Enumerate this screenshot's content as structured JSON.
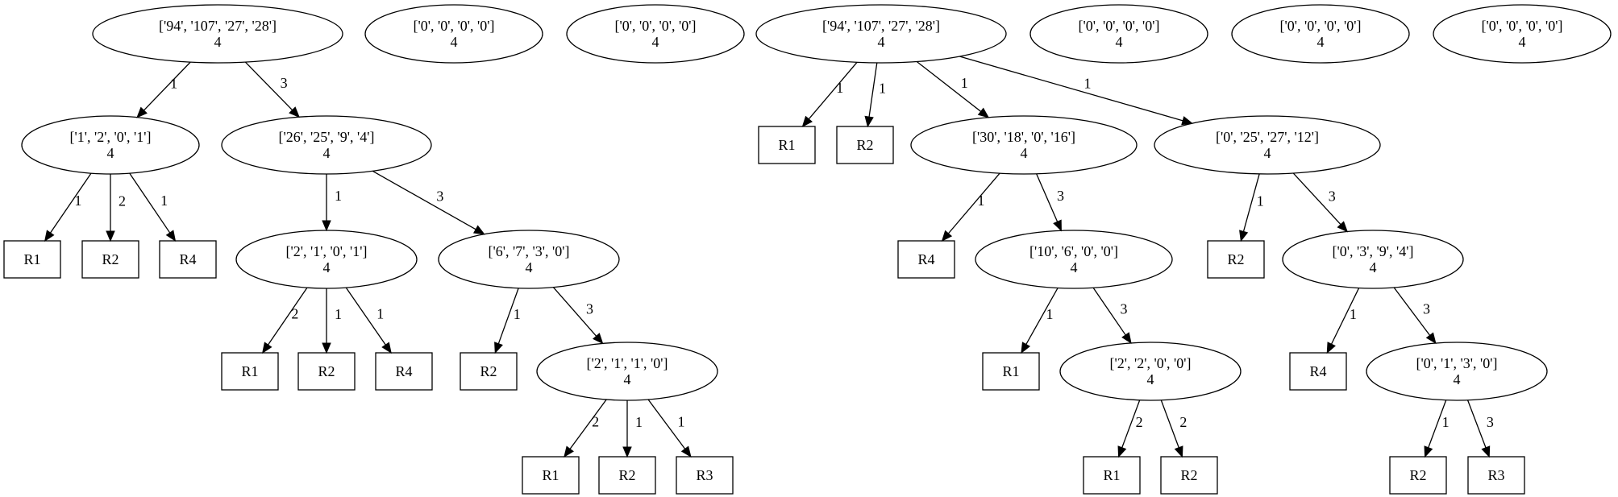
{
  "nodes": [
    {
      "id": "t1",
      "shape": "ellipse",
      "lines": [
        "['94', '107', '27', '28']",
        "4"
      ]
    },
    {
      "id": "t2",
      "shape": "ellipse",
      "lines": [
        "['0', '0', '0', '0']",
        "4"
      ]
    },
    {
      "id": "t3",
      "shape": "ellipse",
      "lines": [
        "['0', '0', '0', '0']",
        "4"
      ]
    },
    {
      "id": "t4",
      "shape": "ellipse",
      "lines": [
        "['94', '107', '27', '28']",
        "4"
      ]
    },
    {
      "id": "t5",
      "shape": "ellipse",
      "lines": [
        "['0', '0', '0', '0']",
        "4"
      ]
    },
    {
      "id": "t6",
      "shape": "ellipse",
      "lines": [
        "['0', '0', '0', '0']",
        "4"
      ]
    },
    {
      "id": "t7",
      "shape": "ellipse",
      "lines": [
        "['0', '0', '0', '0']",
        "4"
      ]
    },
    {
      "id": "a1",
      "shape": "ellipse",
      "lines": [
        "['1', '2', '0', '1']",
        "4"
      ]
    },
    {
      "id": "a2",
      "shape": "ellipse",
      "lines": [
        "['26', '25', '9', '4']",
        "4"
      ]
    },
    {
      "id": "a1r1",
      "shape": "box",
      "lines": [
        "R1"
      ]
    },
    {
      "id": "a1r2",
      "shape": "box",
      "lines": [
        "R2"
      ]
    },
    {
      "id": "a1r4",
      "shape": "box",
      "lines": [
        "R4"
      ]
    },
    {
      "id": "a3",
      "shape": "ellipse",
      "lines": [
        "['2', '1', '0', '1']",
        "4"
      ]
    },
    {
      "id": "a4",
      "shape": "ellipse",
      "lines": [
        "['6', '7', '3', '0']",
        "4"
      ]
    },
    {
      "id": "a3r1",
      "shape": "box",
      "lines": [
        "R1"
      ]
    },
    {
      "id": "a3r2",
      "shape": "box",
      "lines": [
        "R2"
      ]
    },
    {
      "id": "a3r4",
      "shape": "box",
      "lines": [
        "R4"
      ]
    },
    {
      "id": "a4r2",
      "shape": "box",
      "lines": [
        "R2"
      ]
    },
    {
      "id": "a5",
      "shape": "ellipse",
      "lines": [
        "['2', '1', '1', '0']",
        "4"
      ]
    },
    {
      "id": "a5r1",
      "shape": "box",
      "lines": [
        "R1"
      ]
    },
    {
      "id": "a5r2",
      "shape": "box",
      "lines": [
        "R2"
      ]
    },
    {
      "id": "a5r3",
      "shape": "box",
      "lines": [
        "R3"
      ]
    },
    {
      "id": "b1",
      "shape": "box",
      "lines": [
        "R1"
      ]
    },
    {
      "id": "b2",
      "shape": "box",
      "lines": [
        "R2"
      ]
    },
    {
      "id": "b3",
      "shape": "ellipse",
      "lines": [
        "['30', '18', '0', '16']",
        "4"
      ]
    },
    {
      "id": "b4",
      "shape": "ellipse",
      "lines": [
        "['0', '25', '27', '12']",
        "4"
      ]
    },
    {
      "id": "b3r4",
      "shape": "box",
      "lines": [
        "R4"
      ]
    },
    {
      "id": "b5",
      "shape": "ellipse",
      "lines": [
        "['10', '6', '0', '0']",
        "4"
      ]
    },
    {
      "id": "b4r2",
      "shape": "box",
      "lines": [
        "R2"
      ]
    },
    {
      "id": "b6",
      "shape": "ellipse",
      "lines": [
        "['0', '3', '9', '4']",
        "4"
      ]
    },
    {
      "id": "b5r1",
      "shape": "box",
      "lines": [
        "R1"
      ]
    },
    {
      "id": "b7",
      "shape": "ellipse",
      "lines": [
        "['2', '2', '0', '0']",
        "4"
      ]
    },
    {
      "id": "b6r4",
      "shape": "box",
      "lines": [
        "R4"
      ]
    },
    {
      "id": "b8",
      "shape": "ellipse",
      "lines": [
        "['0', '1', '3', '0']",
        "4"
      ]
    },
    {
      "id": "b7r1",
      "shape": "box",
      "lines": [
        "R1"
      ]
    },
    {
      "id": "b7r2",
      "shape": "box",
      "lines": [
        "R2"
      ]
    },
    {
      "id": "b8r2",
      "shape": "box",
      "lines": [
        "R2"
      ]
    },
    {
      "id": "b8r3",
      "shape": "box",
      "lines": [
        "R3"
      ]
    }
  ],
  "edges": [
    {
      "from": "t1",
      "to": "a1",
      "label": "1"
    },
    {
      "from": "t1",
      "to": "a2",
      "label": "3"
    },
    {
      "from": "a1",
      "to": "a1r1",
      "label": "1"
    },
    {
      "from": "a1",
      "to": "a1r2",
      "label": "2"
    },
    {
      "from": "a1",
      "to": "a1r4",
      "label": "1"
    },
    {
      "from": "a2",
      "to": "a3",
      "label": "1"
    },
    {
      "from": "a2",
      "to": "a4",
      "label": "3"
    },
    {
      "from": "a3",
      "to": "a3r1",
      "label": "2"
    },
    {
      "from": "a3",
      "to": "a3r2",
      "label": "1"
    },
    {
      "from": "a3",
      "to": "a3r4",
      "label": "1"
    },
    {
      "from": "a4",
      "to": "a4r2",
      "label": "1"
    },
    {
      "from": "a4",
      "to": "a5",
      "label": "3"
    },
    {
      "from": "a5",
      "to": "a5r1",
      "label": "2"
    },
    {
      "from": "a5",
      "to": "a5r2",
      "label": "1"
    },
    {
      "from": "a5",
      "to": "a5r3",
      "label": "1"
    },
    {
      "from": "t4",
      "to": "b1",
      "label": "1"
    },
    {
      "from": "t4",
      "to": "b2",
      "label": "1"
    },
    {
      "from": "t4",
      "to": "b3",
      "label": "1"
    },
    {
      "from": "t4",
      "to": "b4",
      "label": "1"
    },
    {
      "from": "b3",
      "to": "b3r4",
      "label": "1"
    },
    {
      "from": "b3",
      "to": "b5",
      "label": "3"
    },
    {
      "from": "b4",
      "to": "b4r2",
      "label": "1"
    },
    {
      "from": "b4",
      "to": "b6",
      "label": "3"
    },
    {
      "from": "b5",
      "to": "b5r1",
      "label": "1"
    },
    {
      "from": "b5",
      "to": "b7",
      "label": "3"
    },
    {
      "from": "b6",
      "to": "b6r4",
      "label": "1"
    },
    {
      "from": "b6",
      "to": "b8",
      "label": "3"
    },
    {
      "from": "b7",
      "to": "b7r1",
      "label": "2"
    },
    {
      "from": "b7",
      "to": "b7r2",
      "label": "2"
    },
    {
      "from": "b8",
      "to": "b8r2",
      "label": "1"
    },
    {
      "from": "b8",
      "to": "b8r3",
      "label": "3"
    }
  ]
}
